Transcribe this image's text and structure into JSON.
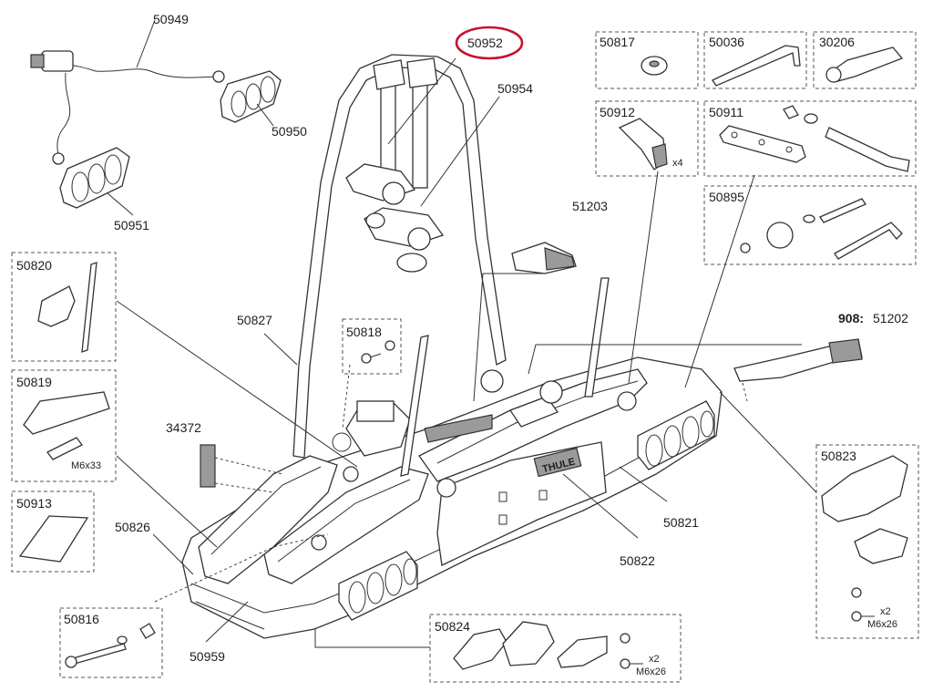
{
  "labels": {
    "p50949": "50949",
    "p50952": "50952",
    "p50954": "50954",
    "p50950": "50950",
    "p50951": "50951",
    "p50817": "50817",
    "p50036": "50036",
    "p30206": "30206",
    "p50912": "50912",
    "p50912_qty": "x4",
    "p50911": "50911",
    "p50895": "50895",
    "p51203": "51203",
    "p50820": "50820",
    "p50827": "50827",
    "p50818": "50818",
    "p908": "908:",
    "p51202": "51202",
    "p50819": "50819",
    "p50819_screw": "M6x33",
    "p34372": "34372",
    "p50913": "50913",
    "p50826": "50826",
    "p50823": "50823",
    "p50823_qty": "x2",
    "p50823_screw": "M6x26",
    "p50821": "50821",
    "p50822": "50822",
    "p50816": "50816",
    "p50959": "50959",
    "p50824": "50824",
    "p50824_qty": "x2",
    "p50824_screw": "M6x26",
    "brand": "THULE"
  },
  "highlight": {
    "part": "50952",
    "color": "#c8102e"
  }
}
